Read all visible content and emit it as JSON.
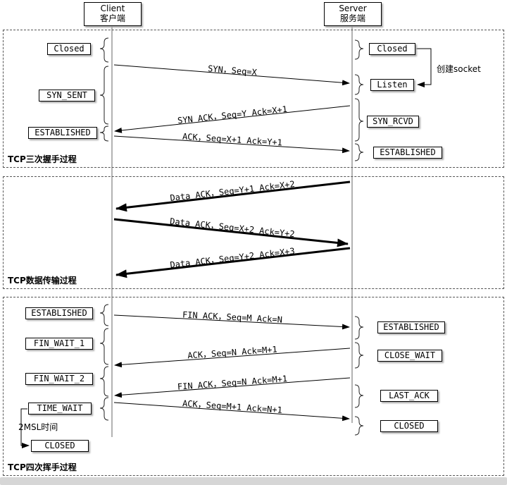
{
  "actors": {
    "client": {
      "line1": "Client",
      "line2": "客户端"
    },
    "server": {
      "line1": "Server",
      "line2": "服务端"
    }
  },
  "sections": [
    {
      "label": "TCP三次握手过程"
    },
    {
      "label": "TCP数据传输过程"
    },
    {
      "label": "TCP四次挥手过程"
    }
  ],
  "handshake": {
    "client_states": [
      "Closed",
      "SYN_SENT",
      "ESTABLISHED"
    ],
    "server_states": [
      "Closed",
      "Listen",
      "SYN_RCVD",
      "ESTABLISHED"
    ],
    "messages": [
      "SYN，Seq=X",
      "SYN ACK，Seq=Y Ack=X+1",
      "ACK，Seq=X+1 Ack=Y+1"
    ],
    "socket_note": "创建socket"
  },
  "transfer": {
    "messages": [
      "Data ACK，Seq=Y+1 Ack=X+2",
      "Data ACK，Seq=X+2 Ack=Y+2",
      "Data ACK，Seq=Y+2 Ack=X+3"
    ]
  },
  "teardown": {
    "client_states": [
      "ESTABLISHED",
      "FIN_WAIT_1",
      "FIN_WAIT_2",
      "TIME_WAIT",
      "CLOSED"
    ],
    "server_states": [
      "ESTABLISHED",
      "CLOSE_WAIT",
      "LAST_ACK",
      "CLOSED"
    ],
    "messages": [
      "FIN ACK，Seq=M Ack=N",
      "ACK，Seq=N Ack=M+1",
      "FIN ACK，Seq=N Ack=M+1",
      "ACK，Seq=M+1 Ack=N+1"
    ],
    "msl_note": "2MSL时间"
  },
  "colors": {
    "ink": "#000000",
    "background": "#ffffff"
  }
}
